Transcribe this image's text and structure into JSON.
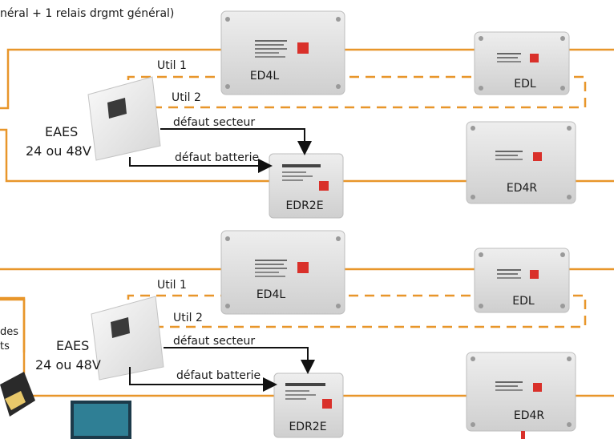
{
  "header_text": "néral + 1 relais drgmt général)",
  "side_text": {
    "line1": "des",
    "line2": "ts"
  },
  "panel_top": {
    "modules": {
      "ed4l": "ED4L",
      "edl": "EDL",
      "ed4r": "ED4R",
      "edr2e": "EDR2E"
    },
    "eaes": {
      "name": "EAES",
      "voltage": "24 ou 48V"
    },
    "util1": "Util 1",
    "util2": "Util 2",
    "signal_mains": "défaut secteur",
    "signal_battery": "défaut batterie"
  },
  "panel_bottom": {
    "modules": {
      "ed4l": "ED4L",
      "edl": "EDL",
      "ed4r": "ED4R",
      "edr2e": "EDR2E"
    },
    "eaes": {
      "name": "EAES",
      "voltage": "24 ou 48V"
    },
    "util1": "Util 1",
    "util2": "Util 2",
    "signal_mains": "défaut secteur",
    "signal_battery": "défaut batterie"
  },
  "colors": {
    "bus_line": "#e8962a",
    "signal_line": "#111111",
    "accent_red": "#d9302a"
  }
}
